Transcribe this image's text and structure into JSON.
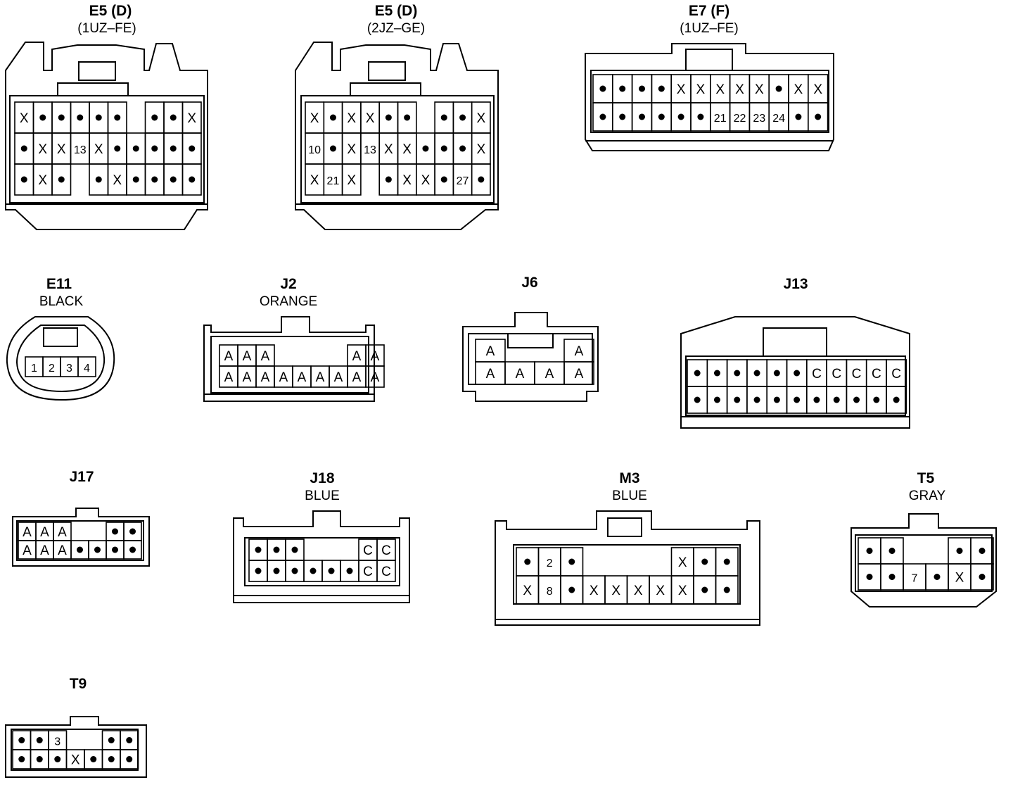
{
  "connectors": [
    {
      "id": "E5-1UZ",
      "code": "E5 (D)",
      "sub": "(1UZ–FE)",
      "rows": [
        [
          "X",
          "•",
          "•",
          "•",
          "•",
          "•",
          "",
          "•",
          "•",
          "X"
        ],
        [
          "•",
          "X",
          "X",
          "13",
          "X",
          "•",
          "•",
          "•",
          "•",
          "•"
        ],
        [
          "•",
          "X",
          "•",
          "",
          "•",
          "X",
          "•",
          "•",
          "•",
          "•"
        ]
      ]
    },
    {
      "id": "E5-2JZ",
      "code": "E5 (D)",
      "sub": "(2JZ–GE)",
      "rows": [
        [
          "X",
          "•",
          "X",
          "X",
          "•",
          "•",
          "",
          "•",
          "•",
          "X"
        ],
        [
          "10",
          "•",
          "X",
          "13",
          "X",
          "X",
          "•",
          "•",
          "•",
          "X"
        ],
        [
          "X",
          "21",
          "X",
          "",
          "•",
          "X",
          "X",
          "•",
          "27",
          "•"
        ]
      ]
    },
    {
      "id": "E7-1UZ",
      "code": "E7 (F)",
      "sub": "(1UZ–FE)",
      "rows": [
        [
          "•",
          "•",
          "•",
          "•",
          "X",
          "X",
          "X",
          "X",
          "X",
          "•",
          "X",
          "X"
        ],
        [
          "•",
          "•",
          "•",
          "•",
          "•",
          "•",
          "21",
          "22",
          "23",
          "24",
          "•",
          "•"
        ]
      ]
    },
    {
      "id": "E11",
      "code": "E11",
      "sub": "BLACK",
      "rows": [
        [
          "1",
          "2",
          "3",
          "4"
        ]
      ]
    },
    {
      "id": "J2",
      "code": "J2",
      "sub": "ORANGE",
      "rows": [
        [
          "A",
          "A",
          "A",
          "",
          "",
          "",
          "",
          "A",
          "A"
        ],
        [
          "A",
          "A",
          "A",
          "A",
          "A",
          "A",
          "A",
          "A",
          "A"
        ]
      ]
    },
    {
      "id": "J6",
      "code": "J6",
      "sub": "",
      "rows": [
        [
          "A",
          "",
          "",
          "A"
        ],
        [
          "A",
          "A",
          "A",
          "A"
        ]
      ]
    },
    {
      "id": "J13",
      "code": "J13",
      "sub": "",
      "rows": [
        [
          "•",
          "•",
          "•",
          "•",
          "•",
          "•",
          "C",
          "C",
          "C",
          "C",
          "C"
        ],
        [
          "•",
          "•",
          "•",
          "•",
          "•",
          "•",
          "•",
          "•",
          "•",
          "•",
          "•"
        ]
      ]
    },
    {
      "id": "J17",
      "code": "J17",
      "sub": "",
      "rows": [
        [
          "A",
          "A",
          "A",
          "",
          "",
          "•",
          "•"
        ],
        [
          "A",
          "A",
          "A",
          "•",
          "•",
          "•",
          "•"
        ]
      ]
    },
    {
      "id": "J18",
      "code": "J18",
      "sub": "BLUE",
      "rows": [
        [
          "•",
          "•",
          "•",
          "",
          "",
          "",
          "C",
          "C"
        ],
        [
          "•",
          "•",
          "•",
          "•",
          "•",
          "•",
          "C",
          "C"
        ]
      ]
    },
    {
      "id": "M3",
      "code": "M3",
      "sub": "BLUE",
      "rows": [
        [
          "•",
          "2",
          "•",
          "",
          "",
          "",
          "",
          "X",
          "•",
          "•"
        ],
        [
          "X",
          "8",
          "•",
          "X",
          "X",
          "X",
          "X",
          "X",
          "•",
          "•"
        ]
      ]
    },
    {
      "id": "T5",
      "code": "T5",
      "sub": "GRAY",
      "rows": [
        [
          "•",
          "•",
          "",
          "",
          "•",
          "•"
        ],
        [
          "•",
          "•",
          "7",
          "•",
          "X",
          "•"
        ]
      ]
    },
    {
      "id": "T9",
      "code": "T9",
      "sub": "",
      "rows": [
        [
          "•",
          "•",
          "3",
          "",
          "",
          "•",
          "•"
        ],
        [
          "•",
          "•",
          "•",
          "X",
          "•",
          "•",
          "•"
        ]
      ]
    }
  ]
}
